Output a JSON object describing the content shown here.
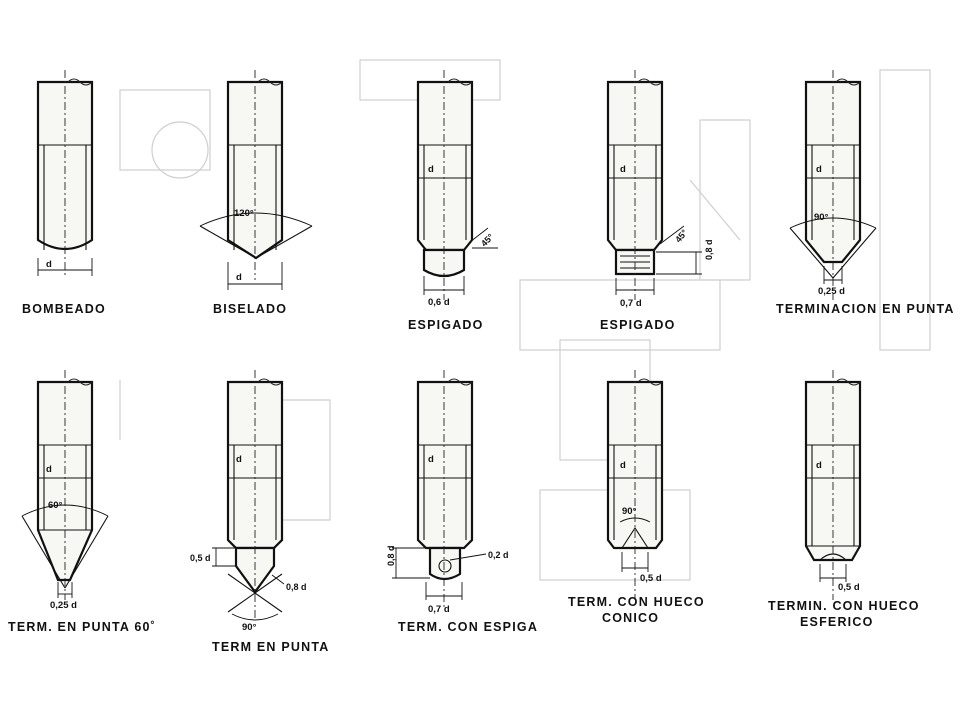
{
  "figure": {
    "captions": {
      "bombeado": "BOMBEADO",
      "biselado": "BISELADO",
      "espigado_1": "ESPIGADO",
      "espigado_2": "ESPIGADO",
      "terminacion_punta": "TERMINACION  EN  PUNTA",
      "term_punta_60": "TERM.  EN  PUNTA  60˚",
      "term_punta": "TERM  EN  PUNTA",
      "term_espiga": "TERM. CON ESPIGA",
      "hueco_conico_1": "TERM.  CON  HUECO",
      "hueco_conico_2": "CONICO",
      "hueco_esferico_1": "TERMIN.  CON HUECO",
      "hueco_esferico_2": "ESFERICO"
    },
    "labels": {
      "d": "d",
      "angle_120": "120°",
      "angle_45": "45°",
      "angle_90": "90°",
      "angle_60": "60°",
      "dim_06d": "0,6 d",
      "dim_07d": "0,7 d",
      "dim_08d": "0,8 d",
      "dim_025d": "0,25 d",
      "dim_05d": "0,5 d",
      "dim_02d": "0,2 d"
    }
  }
}
